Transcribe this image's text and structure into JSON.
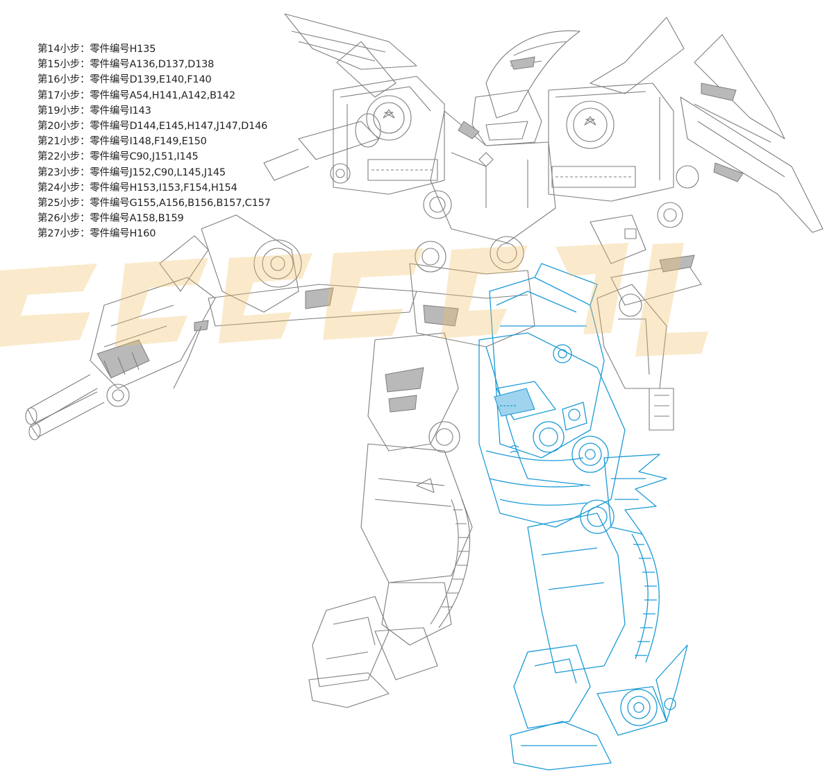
{
  "steps": [
    "第14小步：零件编号H135",
    "第15小步：零件编号A136,D137,D138",
    "第16小步：零件编号D139,E140,F140",
    "第17小步：零件编号A54,H141,A142,B142",
    "第19小步：零件编号I143",
    "第20小步：零件编号D144,E145,H147,J147,D146",
    "第21小步：零件编号I148,F149,E150",
    "第22小步：零件编号C90,J151,I145",
    "第23小步：零件编号J152,C90,L145,J145",
    "第24小步：零件编号H153,I153,F154,H154",
    "第25小步：零件编号G155,A156,B156,B157,C157",
    "第26小步：零件编号A158,B159",
    "第27小步：零件编号H160"
  ],
  "colors": {
    "line_art": "#7d7d7d",
    "highlight": "#1a9ad6",
    "watermark": "#f0c060"
  }
}
